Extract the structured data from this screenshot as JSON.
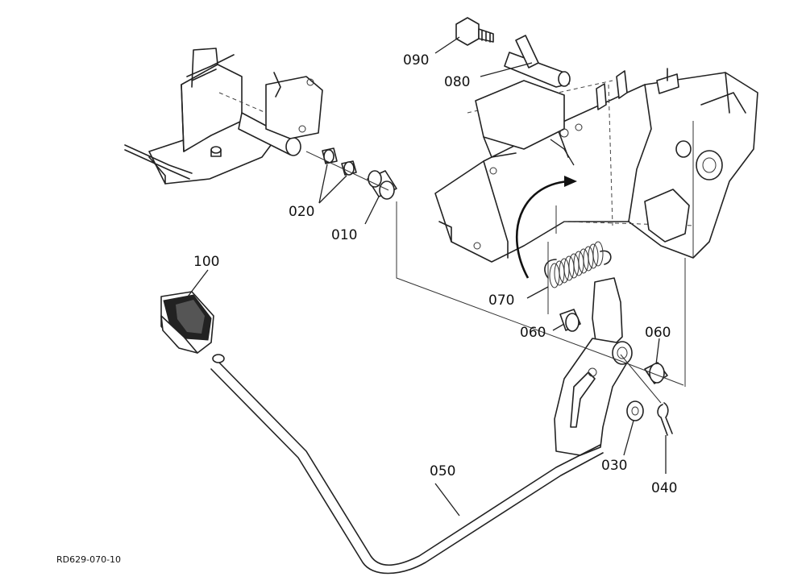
{
  "diagram": {
    "reference_code": "RD629-070-10",
    "part_labels": {
      "p010": "010",
      "p020": "020",
      "p030": "030",
      "p040": "040",
      "p050": "050",
      "p060a": "060",
      "p060b": "060",
      "p070": "070",
      "p080": "080",
      "p090": "090",
      "p100": "100"
    }
  }
}
